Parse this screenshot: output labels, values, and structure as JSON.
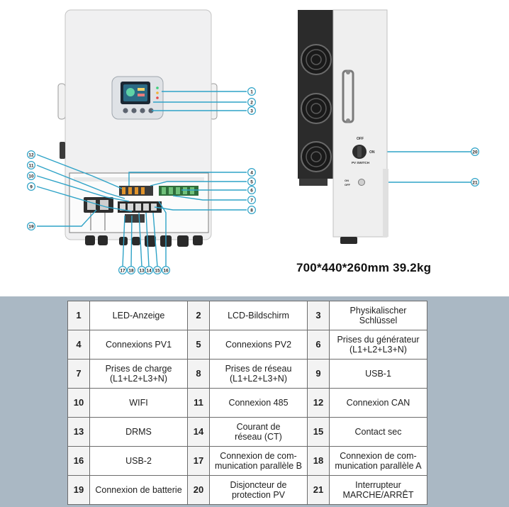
{
  "dimensions": "700*440*260mm 39.2kg",
  "callouts_front": [
    "1",
    "2",
    "3",
    "4",
    "5",
    "6",
    "7",
    "8",
    "9",
    "10",
    "11",
    "12",
    "13",
    "14",
    "15",
    "16",
    "17",
    "18",
    "19"
  ],
  "callouts_side": [
    "20",
    "21"
  ],
  "side_labels": {
    "off": "OFF",
    "on": "ON",
    "pv_switch": "PV SWITCH",
    "small_on": "ON",
    "small_off": "OFF"
  },
  "rows": [
    [
      {
        "num": "1",
        "label": "LED-Anzeige"
      },
      {
        "num": "2",
        "label": "LCD-Bildschirm"
      },
      {
        "num": "3",
        "label": "Physikalischer\nSchlüssel"
      }
    ],
    [
      {
        "num": "4",
        "label": "Connexions PV1"
      },
      {
        "num": "5",
        "label": "Connexions PV2"
      },
      {
        "num": "6",
        "label": "Prises du générateur\n(L1+L2+L3+N)"
      }
    ],
    [
      {
        "num": "7",
        "label": "Prises de charge\n(L1+L2+L3+N)"
      },
      {
        "num": "8",
        "label": "Prises de réseau\n(L1+L2+L3+N)"
      },
      {
        "num": "9",
        "label": "USB-1"
      }
    ],
    [
      {
        "num": "10",
        "label": "WIFI"
      },
      {
        "num": "11",
        "label": "Connexion 485"
      },
      {
        "num": "12",
        "label": "Connexion CAN"
      }
    ],
    [
      {
        "num": "13",
        "label": "DRMS"
      },
      {
        "num": "14",
        "label": "Courant de\nréseau (CT)"
      },
      {
        "num": "15",
        "label": "Contact sec"
      }
    ],
    [
      {
        "num": "16",
        "label": "USB-2"
      },
      {
        "num": "17",
        "label": "Connexion de com-\nmunication parallèle B"
      },
      {
        "num": "18",
        "label": "Connexion de com-\nmunication parallèle A"
      }
    ],
    [
      {
        "num": "19",
        "label": "Connexion de batterie"
      },
      {
        "num": "20",
        "label": "Disjoncteur de\nprotection PV"
      },
      {
        "num": "21",
        "label": "Interrupteur\nMARCHE/ARRÊT"
      }
    ]
  ]
}
